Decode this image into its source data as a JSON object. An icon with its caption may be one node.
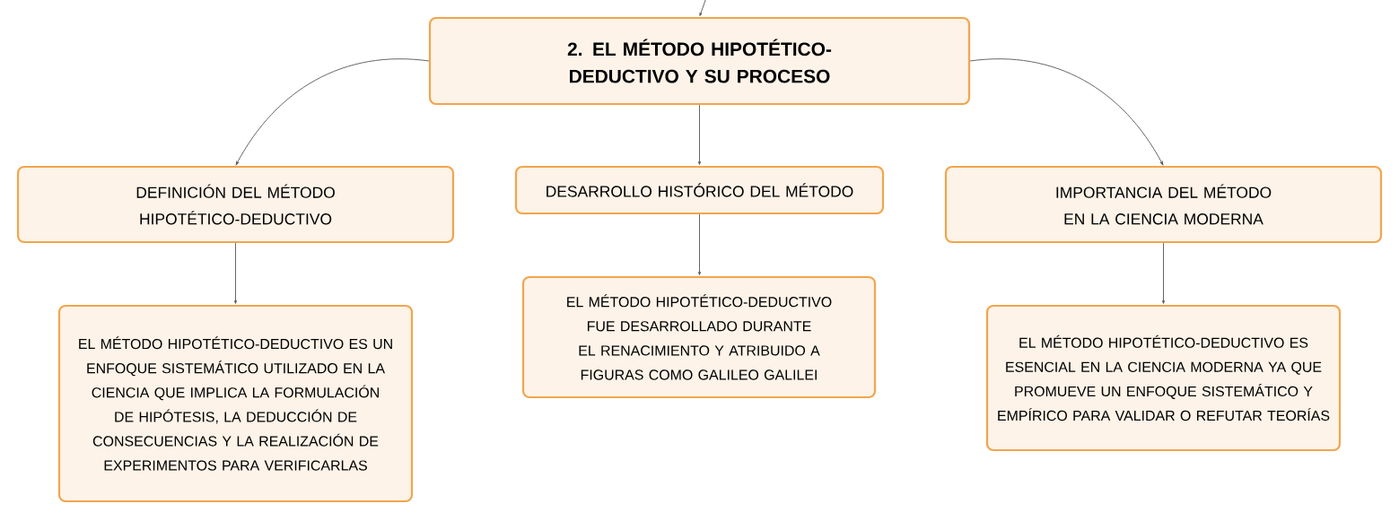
{
  "diagram": {
    "nodes": [
      {
        "text": [
          "2. EL MÉTODO HIPOTÉTICO-DEDUCTIVO Y SU PROCESO"
        ]
      },
      {
        "text": [
          "DEFINICIÓN DEL MÉTODO HIPOTÉTICO-DEDUCTIVO"
        ]
      },
      {
        "text": [
          "DESARROLLO HISTÓRICO DEL MÉTODO"
        ]
      },
      {
        "text": [
          "IMPORTANCIA DEL MÉTODO EN LA CIENCIA MODERNA"
        ]
      },
      {
        "text": [
          "EL MÉTODO HIPOTÉTICO-DEDUCTIVO ES UN ENFOQUE SISTEMÁTICO UTILIZADO EN LA CIENCIA QUE IMPLICA LA FORMULACIÓN DE HIPÓTESIS, LA DEDUCCIÓN DE CONSECUENCIAS Y LA REALIZACIÓN DE EXPERIMENTOS PARA VERIFICARLAS"
        ]
      },
      {
        "text": [
          "EL MÉTODO HIPOTÉTICO-DEDUCTIVO FUE DESARROLLADO DURANTE EL RENACIMIENTO Y ATRIBUIDO A FIGURAS COMO GALILEO GALILEI"
        ]
      },
      {
        "text": [
          "EL MÉTODO HIPOTÉTICO-DEDUCTIVO ES ESENCIAL EN LA CIENCIA MODERNA YA QUE PROMUEVE UN ENFOQUE SISTEMÁTICO Y EMPÍRICO PARA VALIDAR O REFUTAR TEORÍAS"
        ]
      }
    ],
    "edges": [
      {
        "from": null,
        "to": 0,
        "arrow": "to"
      },
      {
        "from": 0,
        "to": 1,
        "arrow": "to"
      },
      {
        "from": 0,
        "to": 2,
        "arrow": "to"
      },
      {
        "from": 0,
        "to": 3,
        "arrow": "to"
      },
      {
        "from": 1,
        "to": 4,
        "arrow": "to"
      },
      {
        "from": 2,
        "to": 5,
        "arrow": "to"
      },
      {
        "from": 3,
        "to": 6,
        "arrow": "to"
      }
    ]
  }
}
